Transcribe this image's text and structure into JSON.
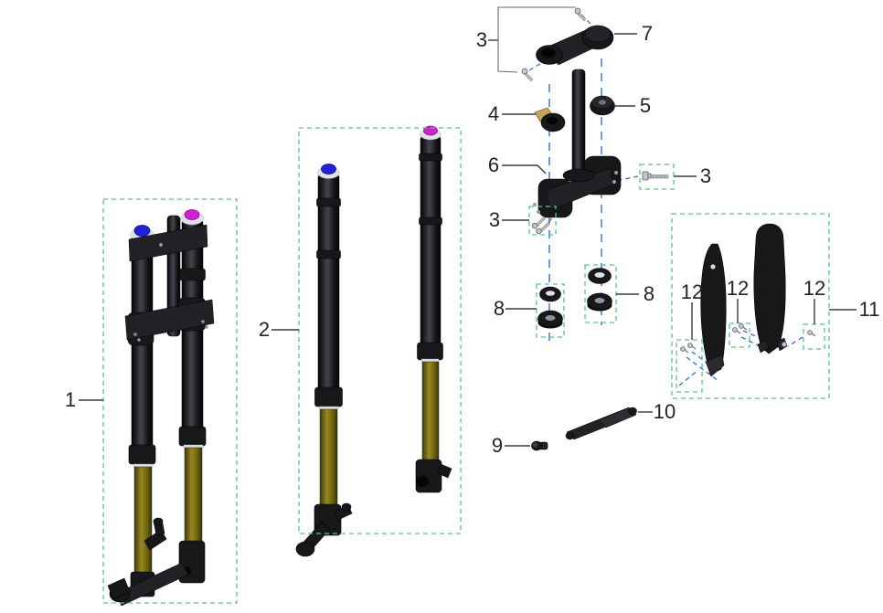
{
  "diagram": {
    "kind": "exploded-parts-diagram",
    "callouts": {
      "c1": "1",
      "c2": "2",
      "c3_top": "3",
      "c3_right": "3",
      "c3_lower": "3",
      "c4": "4",
      "c5": "5",
      "c6": "6",
      "c7": "7",
      "c8_left": "8",
      "c8_right": "8",
      "c9": "9",
      "c10": "10",
      "c11": "11",
      "c12_left": "12",
      "c12_mid": "12",
      "c12_right": "12"
    }
  },
  "colors": {
    "highlight_box": "#52c78c",
    "guide_line": "#2e6fd8",
    "part_dark": "#18181b",
    "tube_gold": "#8a7c1b",
    "cap_blue": "#2222dc",
    "cap_magenta": "#d11fd1",
    "tab_gold": "#c9a25c",
    "background": "#ffffff"
  }
}
